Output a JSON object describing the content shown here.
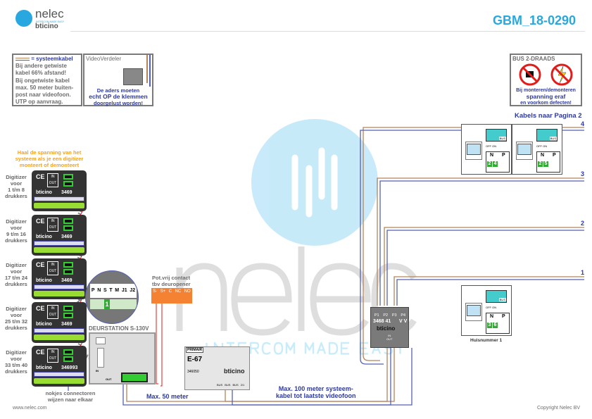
{
  "header": {
    "logo": {
      "brand": "nelec",
      "tagline": "INTERCOM MADE EASY",
      "partner": "bticino"
    },
    "doc_code": "GBM_18-0290"
  },
  "notes": {
    "systeemkabel": {
      "legend": "= systeemkabel",
      "lines": [
        "Bij andere getwiste",
        "kabel 66% afstand!",
        "Bij ongetwiste kabel",
        "max. 50 meter buiten-",
        "post naar videofoon.",
        "UTP op aanvraag."
      ]
    },
    "videoverdeler": {
      "title": "VideoVerdeler",
      "lines": [
        "De aders moeten",
        "echt OP de klemmen",
        "doorgelust worden!"
      ]
    },
    "bus": {
      "title": "BUS 2-DRAADS",
      "icons": [
        "no-plug-icon",
        "no-power-icon"
      ],
      "lines": [
        "Bij monteren/demonteren",
        "spanning eraf",
        "en voorkom defecten!"
      ]
    }
  },
  "digitizer_warning": [
    "Haal de spanning van het",
    "systeem als je een digitizer",
    "monteert of demonteert"
  ],
  "digitizers": [
    {
      "label": [
        "Digitizer",
        "voor",
        "1 t/m 8",
        "drukkers"
      ],
      "part": "3469"
    },
    {
      "label": [
        "Digitizer",
        "voor",
        "9 t/m 16",
        "drukkers"
      ],
      "part": "3469"
    },
    {
      "label": [
        "Digitizer",
        "voor",
        "17 t/m 24",
        "drukkers"
      ],
      "part": "3469"
    },
    {
      "label": [
        "Digitizer",
        "voor",
        "25 t/m 32",
        "drukkers"
      ],
      "part": "3469"
    },
    {
      "label": [
        "Digitizer",
        "voor",
        "33 t/m 40",
        "drukkers"
      ],
      "part": "346993"
    }
  ],
  "digitizer_module": {
    "ce": "CE",
    "in": "IN",
    "out": "OUT",
    "brand": "bticino"
  },
  "connector_note": [
    "nokjes connectoren",
    "wijzen naar elkaar"
  ],
  "zoom_terminals": {
    "labels": [
      "P",
      "N",
      "S",
      "T",
      "M",
      "J1",
      "J2"
    ],
    "highlight": "1"
  },
  "deurstation": {
    "title": "DEURSTATION S-130V",
    "in": "IN",
    "out": "OUT"
  },
  "relay": {
    "title": [
      "Pot.vrij contact",
      "tbv deuropener"
    ],
    "terminals": [
      "S-",
      "S+",
      "C",
      "NC",
      "NO"
    ]
  },
  "power_supply": {
    "label": "PRIMAIR",
    "model": "E-67",
    "part": "346050",
    "brand": "bticino",
    "outputs": [
      "BUS",
      "BUS",
      "BUS",
      "2/1"
    ]
  },
  "distributor": {
    "ports": [
      "P1",
      "P2",
      "P3",
      "P4"
    ],
    "model": "3468 41",
    "vv": "V V",
    "brand": "bticino",
    "in": "IN",
    "out": "OUT"
  },
  "cables": {
    "max50": "Max. 50 meter",
    "max100": [
      "Max. 100 meter systeem-",
      "kabel tot laatste videofoon"
    ],
    "pagina2": "Kabels naar Pagina 2",
    "lines": [
      "4",
      "3",
      "2",
      "1"
    ]
  },
  "monitors": [
    {
      "n": [
        "2",
        "4"
      ],
      "caption": ""
    },
    {
      "n": [
        "2",
        "5"
      ],
      "caption": ""
    },
    {
      "n": [
        "3",
        "6"
      ],
      "caption": "Huisnummer 1"
    }
  ],
  "monitor_labels": {
    "bus": "BUS",
    "offon": "OFF ON",
    "N": "N",
    "P": "P"
  },
  "footer": {
    "url": "www.nelec.com",
    "copyright": "Copyright Nelec BV"
  },
  "watermark": {
    "brand": "nelec",
    "tagline": "INTERCOM MADE EASY"
  },
  "colors": {
    "accent": "#29a8e0",
    "blue_text": "#2e3a9c",
    "orange": "#f7a21b",
    "cable_brown": "#b5845a",
    "cable_blue": "#5560b0"
  }
}
